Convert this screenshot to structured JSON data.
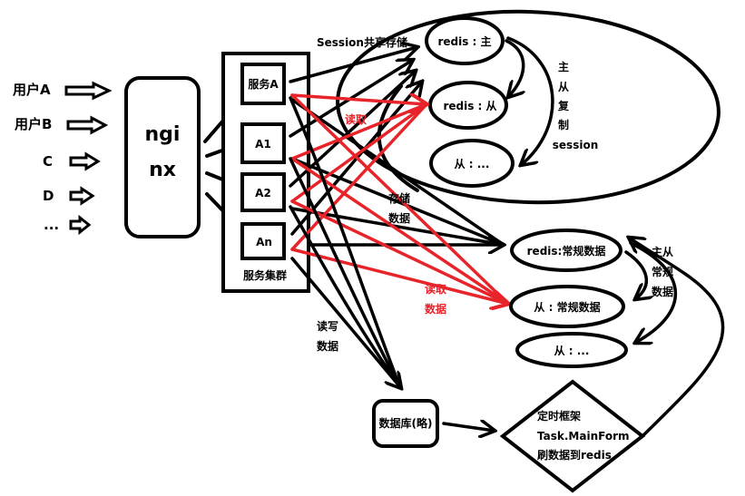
{
  "colors": {
    "line": "#000000",
    "read_arrow": "#e8242b",
    "background": "#ffffff"
  },
  "users": [
    {
      "label": "用户A"
    },
    {
      "label": "用户B"
    },
    {
      "label": "C"
    },
    {
      "label": "D"
    },
    {
      "label": "..."
    }
  ],
  "nginx": {
    "line1": "ngi",
    "line2": "nx"
  },
  "service_cluster": {
    "label": "服务集群",
    "services": [
      {
        "label": "服务A"
      },
      {
        "label": "A1"
      },
      {
        "label": "A2"
      },
      {
        "label": "An"
      }
    ]
  },
  "session_store": {
    "label": "Session共享存储",
    "nodes": [
      {
        "label": "redis : 主"
      },
      {
        "label": "redis : 从"
      },
      {
        "label": "从 : ..."
      }
    ],
    "replication_label": [
      "主",
      "从",
      "复",
      "制",
      "session"
    ]
  },
  "data_cache": {
    "nodes": [
      {
        "label": "redis:常规数据"
      },
      {
        "label": "从 : 常规数据"
      },
      {
        "label": "从 : ..."
      }
    ],
    "replication_label": [
      "主从",
      "常规",
      "数据"
    ]
  },
  "edge_labels": {
    "read_session": "读取",
    "store_data": [
      "存储",
      "数据"
    ],
    "read_data": [
      "读取",
      "数据"
    ],
    "read_write_data": [
      "读写",
      "数据"
    ]
  },
  "database": {
    "label": "数据库(略)"
  },
  "scheduler": {
    "lines": [
      "定时框架",
      "Task.MainForm",
      "刷数据到redis"
    ]
  }
}
